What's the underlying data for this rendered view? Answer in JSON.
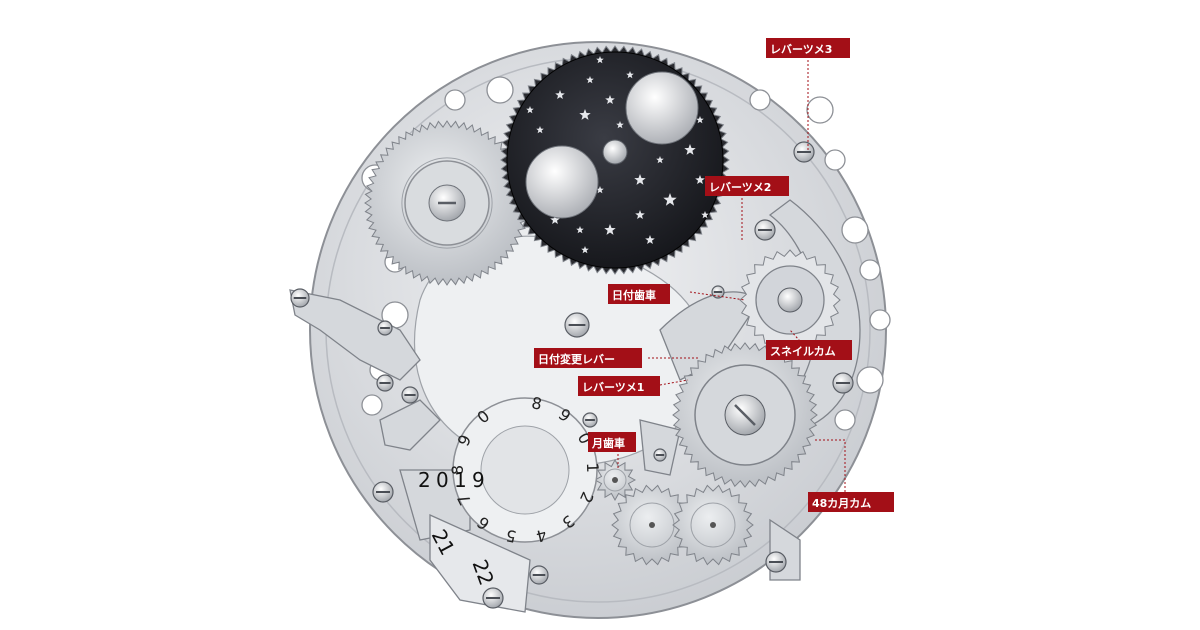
{
  "callouts": {
    "lever3": "レバーツメ3",
    "lever2": "レバーツメ2",
    "date_wheel": "日付歯車",
    "date_change_lever": "日付変更レバー",
    "snail_cam": "スネイルカム",
    "lever1": "レバーツメ1",
    "month_wheel": "月歯車",
    "cam_48": "48カ月カム"
  },
  "year_display": {
    "digits": [
      "2",
      "0",
      "1",
      "9"
    ],
    "next_years": [
      "21",
      "22"
    ]
  },
  "colors": {
    "callout_bg": "#a30f17",
    "plate": "#dcdee2",
    "plate_edge": "#8d9096",
    "moon_disc": "#1c1d22",
    "gear": "#c9ccd1"
  },
  "icons": {
    "stars": "star-shape",
    "screws": "screw-head"
  }
}
